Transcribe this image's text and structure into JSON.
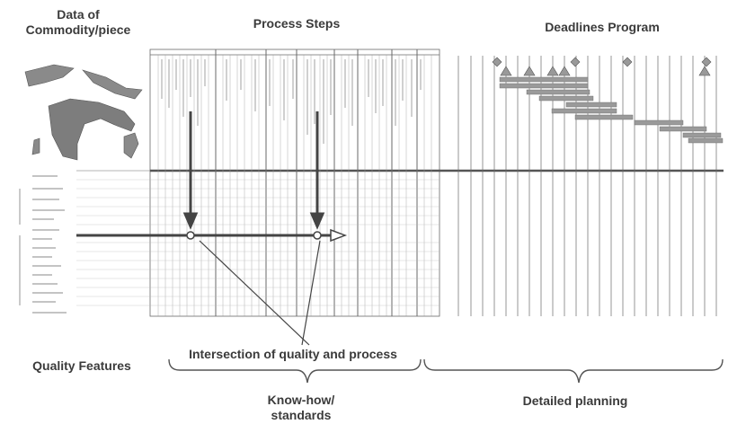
{
  "header": {
    "data_of_commodity": "Data of\nCommodity/piece",
    "process_steps": "Process Steps",
    "deadlines_program": "Deadlines Program"
  },
  "footer": {
    "quality_features": "Quality Features",
    "intersection": "Intersection of quality and process",
    "know_how": "Know-how/\nstandards",
    "detailed_planning": "Detailed planning"
  },
  "colors": {
    "label": "#3b3b3b",
    "grid": "#6a6a6a",
    "arrow": "#444444",
    "gantt_bar": "#9a9a9a"
  }
}
